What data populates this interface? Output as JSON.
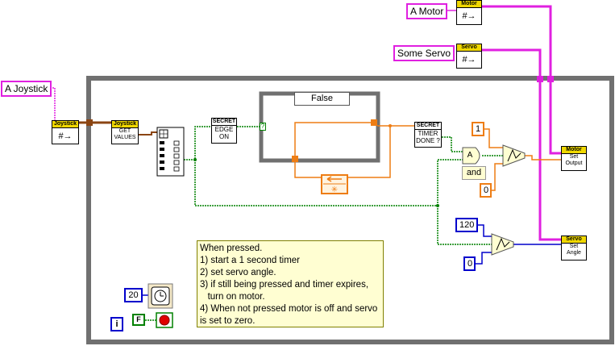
{
  "controls": {
    "joystick_label": "A Joystick",
    "motor_label": "A Motor",
    "servo_label": "Some Servo"
  },
  "vis": {
    "motor_ref": {
      "header": "Motor"
    },
    "servo_ref": {
      "header": "Servo"
    },
    "joystick_ref": {
      "header": "Joystick"
    },
    "joystick_get": {
      "header": "Joystick",
      "line1": "GET",
      "line2": "VALUES"
    },
    "edge_on": {
      "header": "SECRET",
      "line1": "EDGE",
      "line2": "ON"
    },
    "timer_done": {
      "header": "SECRET",
      "line1": "TIMER",
      "line2": "DONE ?"
    },
    "motor_set": {
      "header": "Motor",
      "line1": "Set",
      "line2": "Output"
    },
    "servo_set": {
      "header": "Servo",
      "line1": "Set",
      "line2": "Angle"
    }
  },
  "case_structure": {
    "selector_value": "False",
    "terminal": "?"
  },
  "constants": {
    "one": "1",
    "zero_a": "0",
    "and_label": "and",
    "and_glyph": "A",
    "one_twenty": "120",
    "zero_b": "0",
    "twenty": "20",
    "loop_i": "i",
    "stop_f": "F"
  },
  "comment": {
    "lines": [
      "When pressed.",
      "1) start a 1 second timer",
      "2) set servo angle.",
      "3) if still being pressed and timer expires,",
      "   turn on motor.",
      "4) When not pressed motor is off and servo",
      "is set to zero."
    ]
  },
  "colors": {
    "loop_border": "#707070",
    "refnum_wire": "#e020e0",
    "bool_wire": "#008000",
    "numeric_wire": "#ee7d14",
    "dbl_wire": "#0000cc",
    "cluster_wire": "#8b4513",
    "case_border": "#707070"
  }
}
